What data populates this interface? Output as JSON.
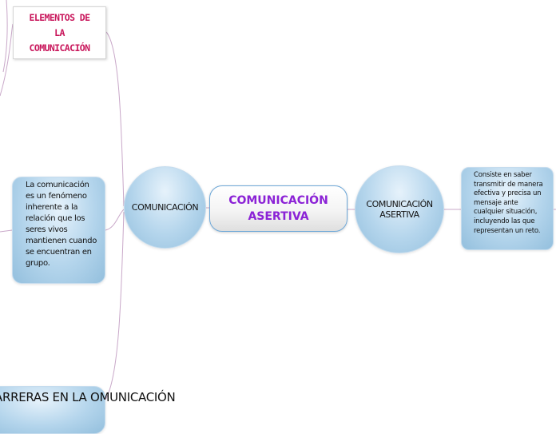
{
  "nodes": {
    "title": "ELEMENTOS DE\nLA\nCOMUNICACIÓN",
    "comunicacion": "COMUNICACIÓN",
    "central": "COMUNICACIÓN ASERTIVA",
    "asertiva": "COMUNICACIÓN ASERTIVA",
    "definition": "Consiste en saber transmitir de manera efectiva y precisa un mensaje ante cualquier situación, incluyendo las que representan un reto.",
    "fenomeno": "La comunicación es un fenómeno inherente a la relación que los seres vivos mantienen cuando se encuentran en grupo.",
    "carreras": "ARRERAS EN LA OMUNICACIÓN"
  },
  "colors": {
    "title_text": "#c8155a",
    "central_text": "#8b22d6",
    "connector": "#c9a8c9",
    "bubble": "#b4d5ec"
  }
}
